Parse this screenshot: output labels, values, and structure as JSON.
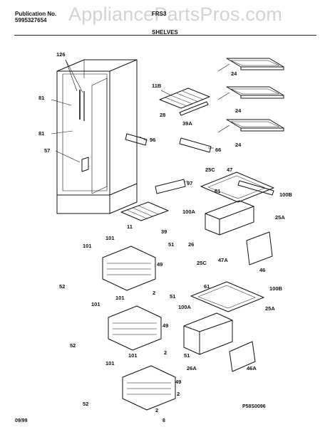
{
  "header": {
    "pub_label": "Publication No.",
    "pub_number": "5995327654",
    "model": "FRS3",
    "section": "SHELVES",
    "watermark": "AppliancePartsPros.com"
  },
  "footer": {
    "date": "09/99",
    "page": "8",
    "figure_code": "P58S0096"
  },
  "callouts": [
    "126",
    "81",
    "81",
    "57",
    "11B",
    "28",
    "39A",
    "96",
    "66",
    "24",
    "24",
    "24",
    "25C",
    "47",
    "61",
    "97",
    "100B",
    "100A",
    "25A",
    "11",
    "39",
    "26",
    "46",
    "101",
    "51",
    "101",
    "49",
    "52",
    "2",
    "101",
    "51",
    "25C",
    "47A",
    "61",
    "100B",
    "100A",
    "25A",
    "101",
    "49",
    "52",
    "2",
    "26A",
    "46A",
    "101",
    "51",
    "101",
    "49",
    "2",
    "52",
    "2"
  ]
}
